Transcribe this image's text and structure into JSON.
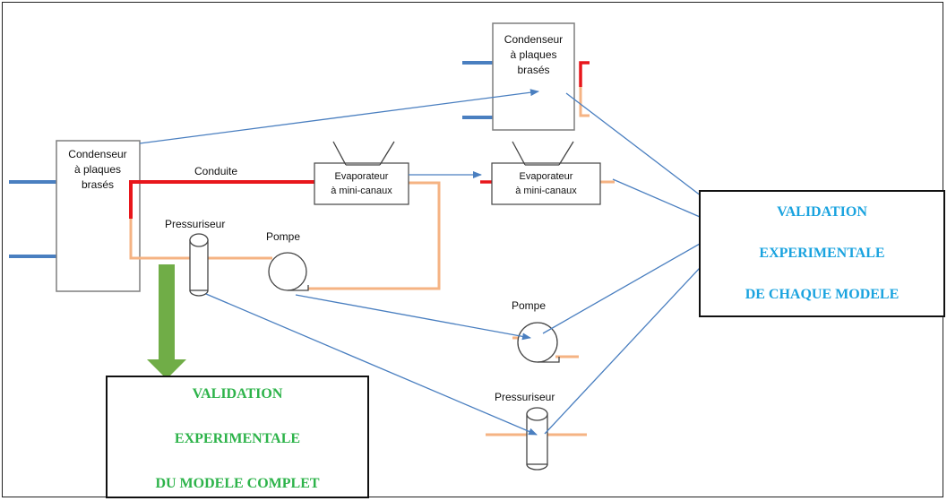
{
  "colors": {
    "water": "#4a7fc0",
    "hot": "#e8161b",
    "cold": "#f5b383",
    "arrow": "#4a7fc0",
    "green_arrow": "#70ad47",
    "text_green": "#2db34a",
    "text_blue": "#1aa3df"
  },
  "complete_loop": {
    "condenser_label": [
      "Condenseur",
      "à plaques",
      "brasés"
    ],
    "conduite_label": "Conduite",
    "evaporator_label": [
      "Evaporateur",
      "à mini-canaux"
    ],
    "pressuriseur_label": "Pressuriseur",
    "pompe_label": "Pompe"
  },
  "separate_models": {
    "condenser_label": [
      "Condenseur",
      "à plaques",
      "brasés"
    ],
    "evaporator_label": [
      "Evaporateur",
      "à mini-canaux"
    ],
    "pompe_label": "Pompe",
    "pressuriseur_label": "Pressuriseur"
  },
  "validation_complete": [
    "VALIDATION",
    "EXPERIMENTALE",
    "DU MODELE COMPLET"
  ],
  "validation_each": [
    "VALIDATION",
    "EXPERIMENTALE",
    "DE CHAQUE MODELE"
  ]
}
